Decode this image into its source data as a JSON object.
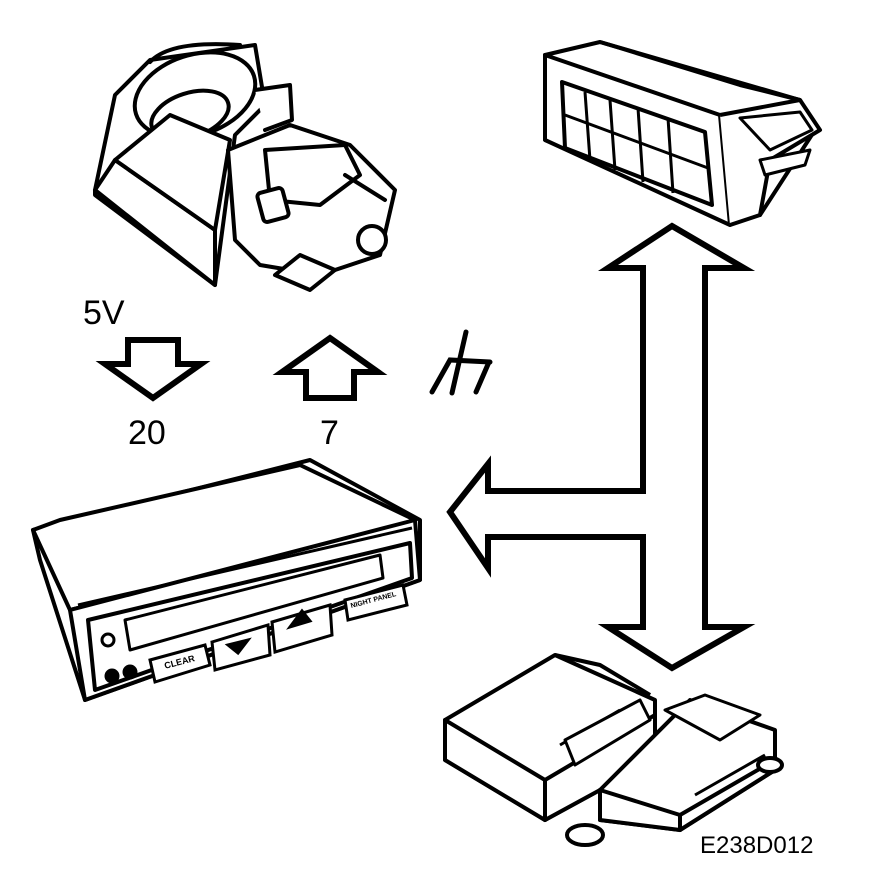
{
  "labels": {
    "supply_voltage": "5V",
    "pin_supply": "20",
    "pin_signal": "7",
    "figure_code": "E238D012"
  },
  "display_unit": {
    "clear_button": "CLEAR",
    "night_panel_button": "NIGHT PANEL"
  },
  "icons": {
    "ground": "ground-symbol-icon",
    "down_arrow": "down-arrow-icon",
    "up_arrow": "up-arrow-icon",
    "double_arrow": "double-headed-arrow-icon"
  },
  "colors": {
    "line": "#000000",
    "fill": "#ffffff"
  }
}
